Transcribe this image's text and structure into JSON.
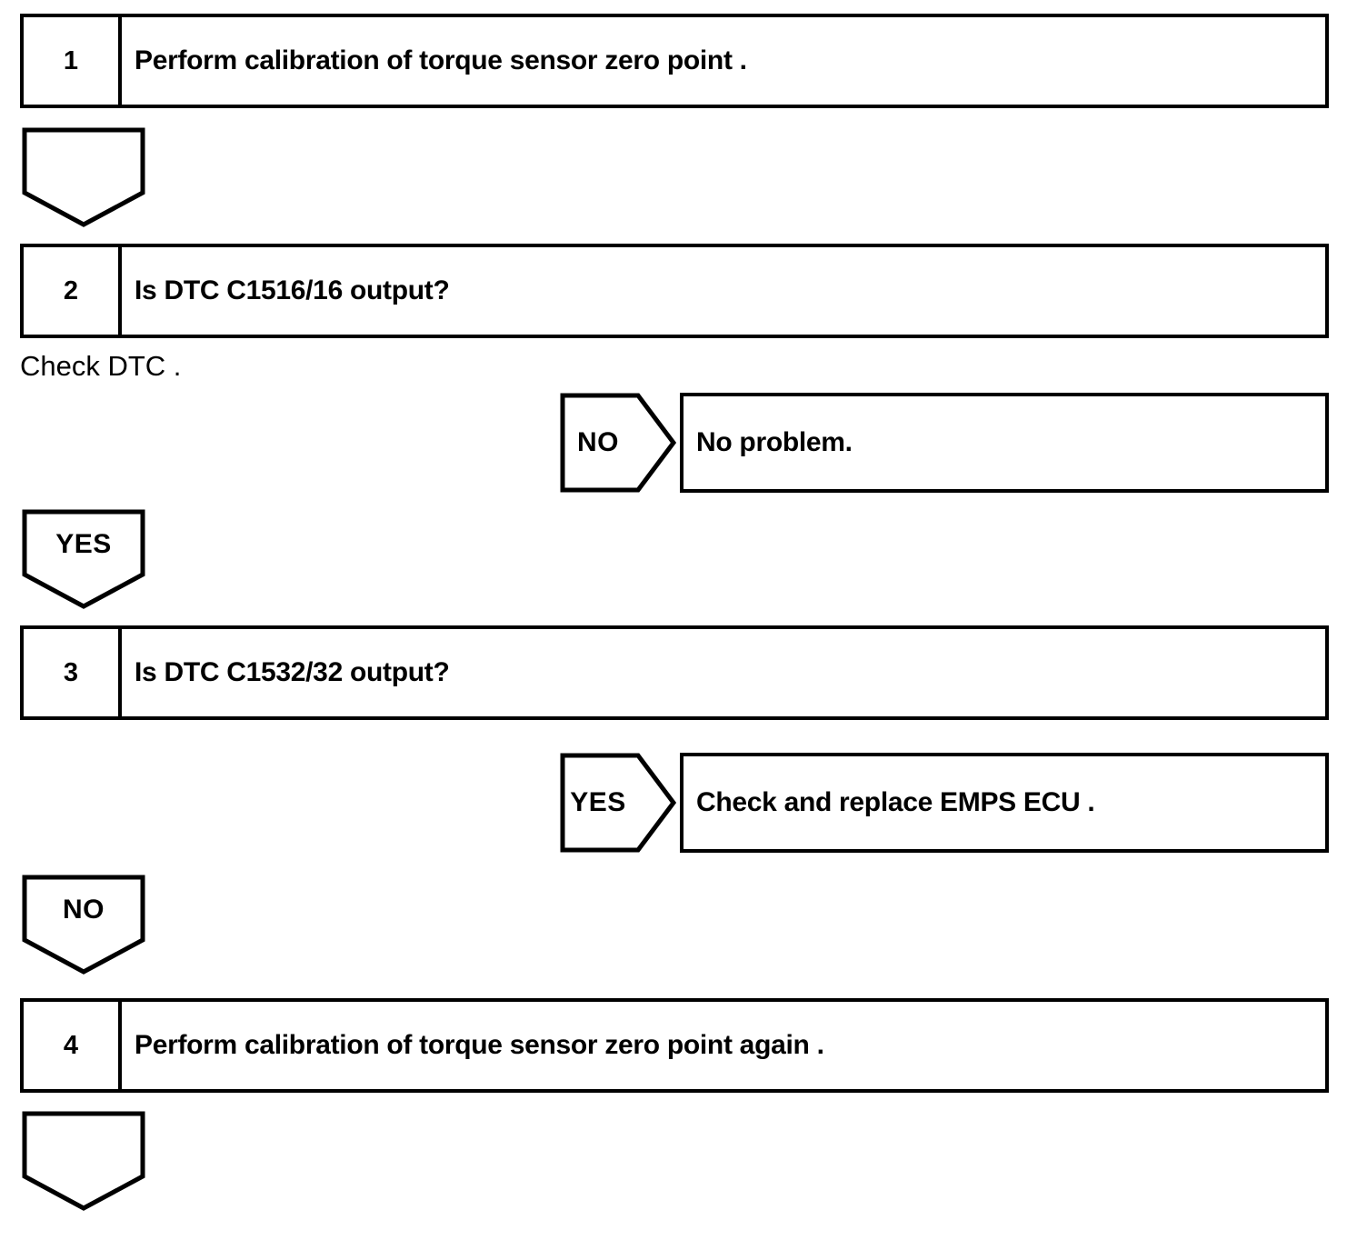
{
  "document": {
    "type": "diagnostic-flowchart",
    "title": "Torque sensor zero point calibration diagnostic flowchart",
    "ink_color": "#000000",
    "background_color": "#ffffff"
  },
  "steps": [
    {
      "number": "1",
      "text": "Perform calibration of torque sensor zero point ."
    },
    {
      "number": "2",
      "text": "Is DTC C1516/16 output?"
    },
    {
      "number": "3",
      "text": "Is DTC C1532/32 output?"
    },
    {
      "number": "4",
      "text": "Perform calibration of torque sensor zero point again ."
    }
  ],
  "notes": [
    {
      "text": "Check DTC ."
    }
  ],
  "branches": [
    {
      "label": "NO",
      "result": "No problem."
    },
    {
      "label": "YES",
      "result": "Check and replace EMPS ECU ."
    }
  ],
  "connectors": [
    {
      "label": ""
    },
    {
      "label": "YES"
    },
    {
      "label": "NO"
    },
    {
      "label": ""
    }
  ]
}
